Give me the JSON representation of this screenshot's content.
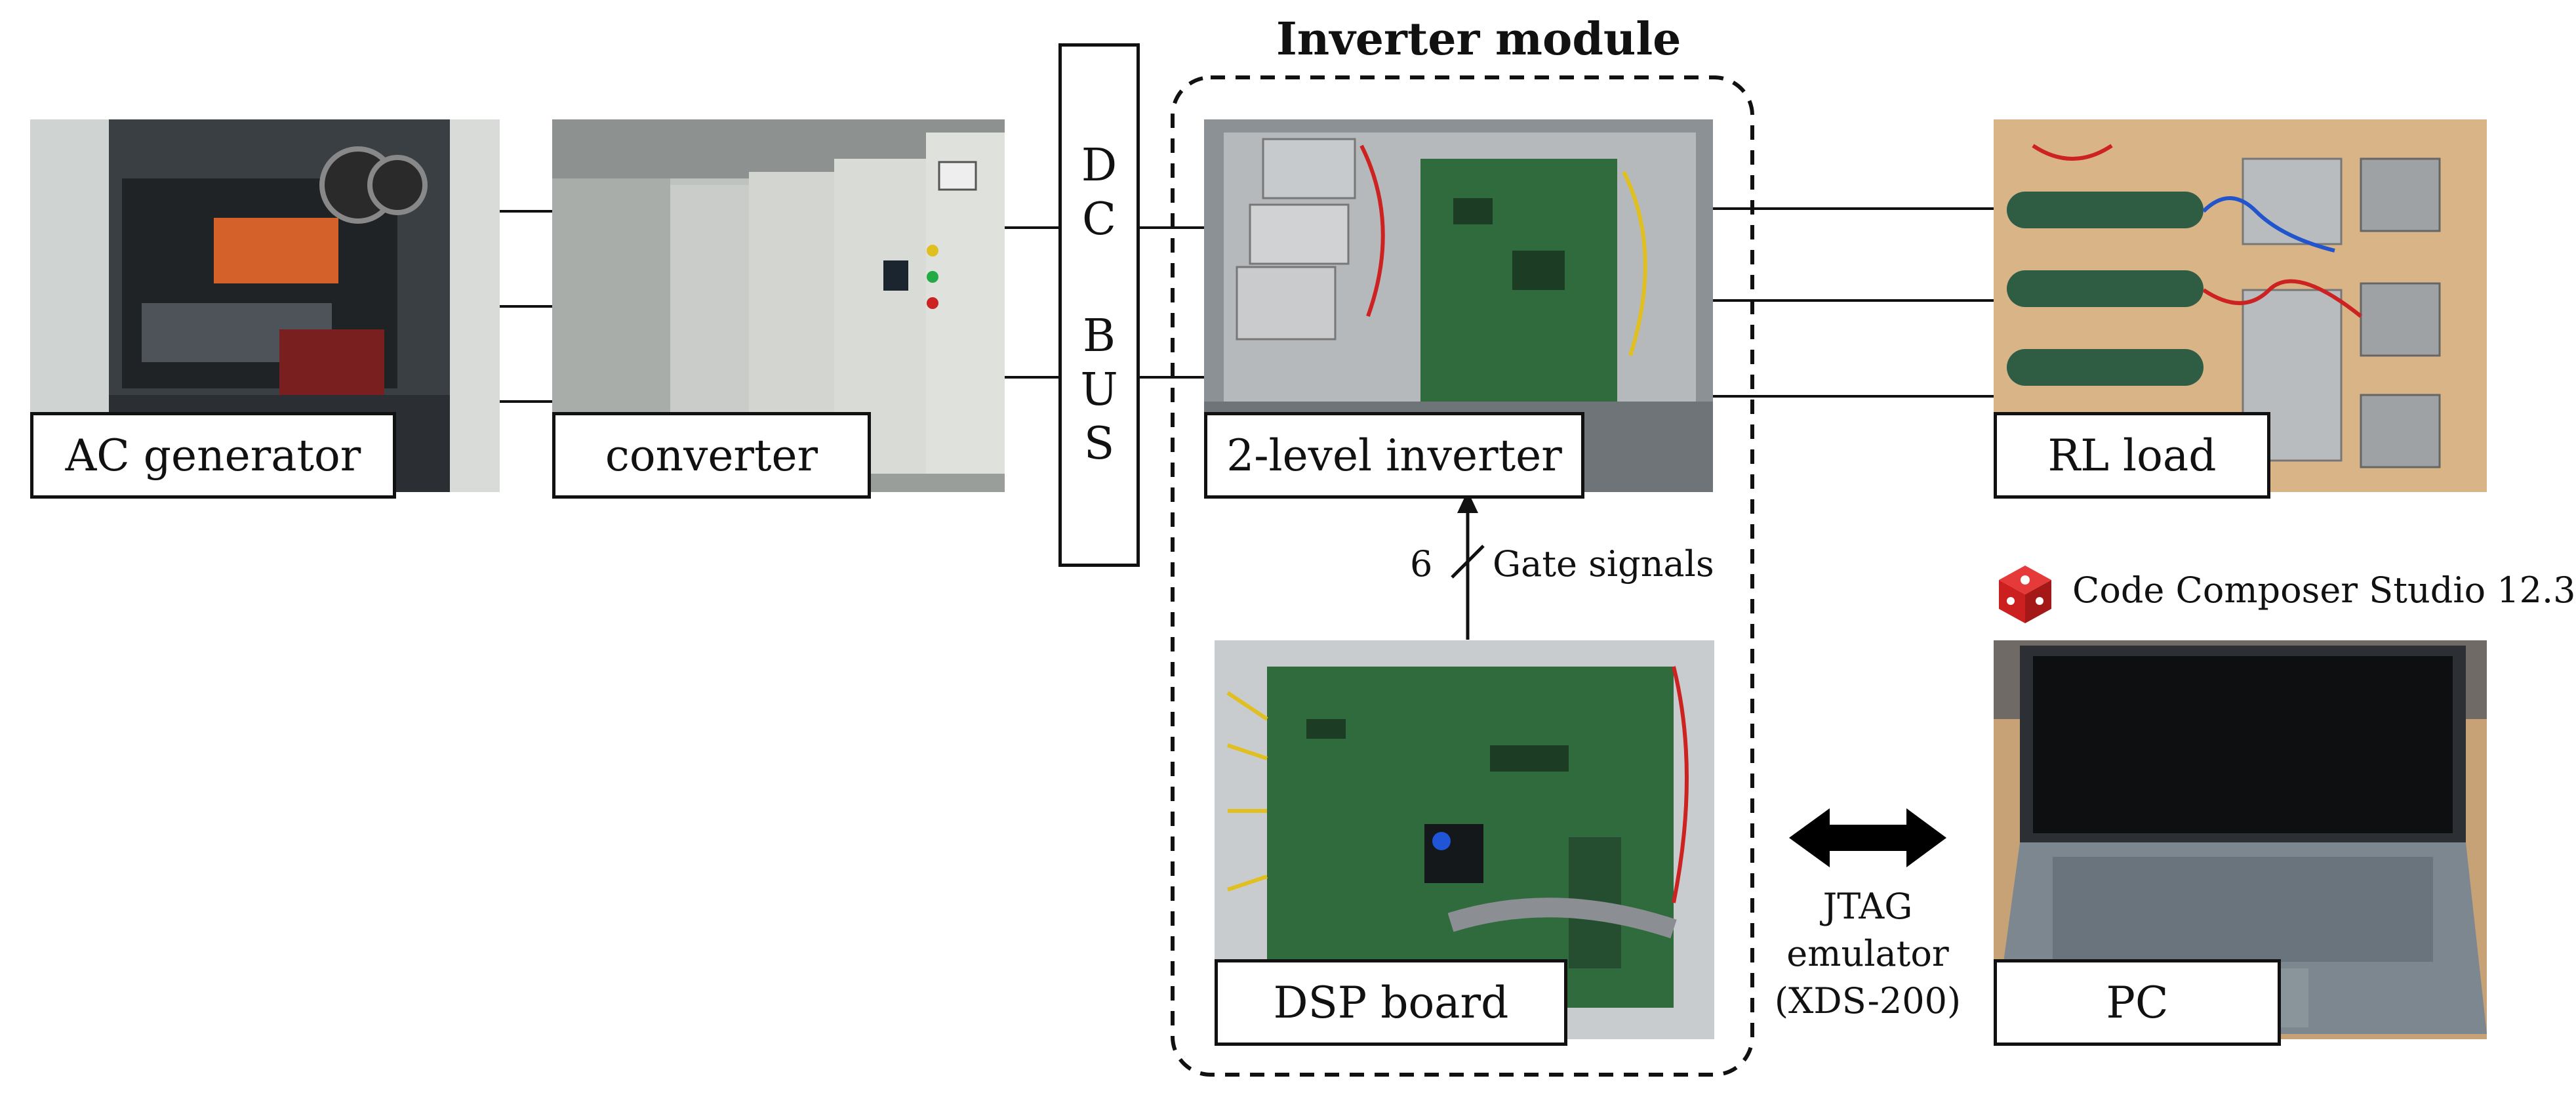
{
  "module_title": "Inverter module",
  "blocks": {
    "ac_generator": "AC generator",
    "converter": "converter",
    "inverter": "2-level inverter",
    "rl_load": "RL load",
    "dsp_board": "DSP board",
    "pc": "PC"
  },
  "dc_bus": {
    "letters": [
      "D",
      "C",
      "B",
      "U",
      "S"
    ]
  },
  "gate": {
    "count": "6",
    "label": "Gate signals"
  },
  "software": {
    "label": "Code Composer Studio 12.3",
    "icon": "ccs-logo-icon"
  },
  "jtag": {
    "line1": "JTAG",
    "line2": "emulator",
    "line3": "(XDS-200)"
  },
  "colors": {
    "line": "#111111",
    "pcb_green": "#2f6b3c",
    "ccs_red": "#cc1f1f"
  }
}
